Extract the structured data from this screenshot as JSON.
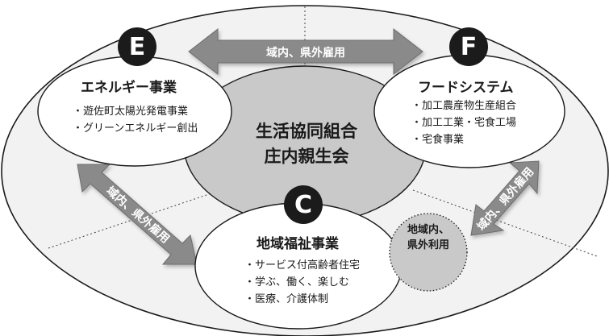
{
  "center": {
    "line1": "生活協同組合",
    "line2": "庄内親生会"
  },
  "nodes": {
    "E": {
      "letter": "E",
      "title": "エネルギー事業",
      "items": [
        "・遊佐町太陽光発電事業",
        "・グリーンエネルギー創出"
      ]
    },
    "F": {
      "letter": "F",
      "title": "フードシステム",
      "items": [
        "・加工農産物生産組合",
        "・加工工業・宅食工場",
        "・宅食事業"
      ]
    },
    "C": {
      "letter": "C",
      "title": "地域福祉事業",
      "items": [
        "・サービス付高齢者住宅",
        "・学ぶ、働く、楽しむ",
        "・医療、介護体制"
      ]
    }
  },
  "arrows": {
    "top": "域内、県外雇用",
    "left": "域内、県外雇用",
    "right": "域内、県外雇用"
  },
  "badge": {
    "line1": "地域内、",
    "line2": "県外利用"
  },
  "colors": {
    "outer_fill": "#f2f2f2",
    "core_fill": "#c9c9c9",
    "arrow_fill": "#8a8a8a",
    "letter_fill": "#1b1b1b",
    "line": "#1a1a1a"
  }
}
